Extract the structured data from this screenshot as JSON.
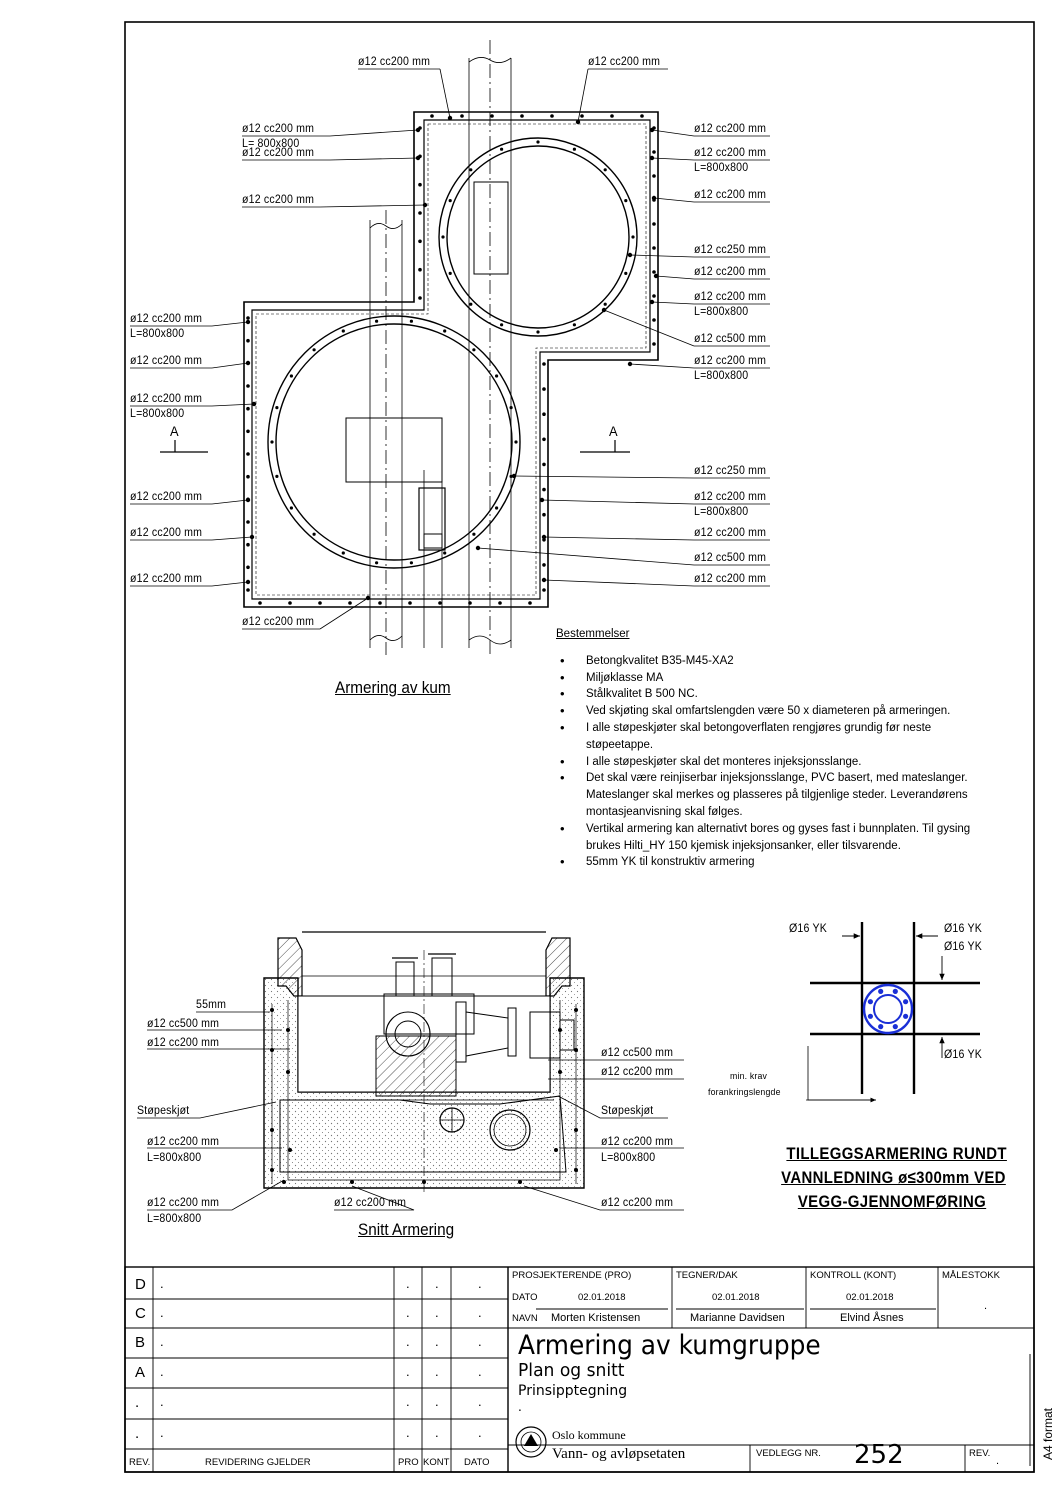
{
  "plan": {
    "title": "Armering av kum",
    "section_marker": "A",
    "callouts_left": [
      {
        "line1": "ø12 cc200 mm",
        "line2": ""
      },
      {
        "line1": "ø12 cc200 mm",
        "line2": "L= 800x800"
      },
      {
        "line1": "ø12 cc200 mm",
        "line2": ""
      },
      {
        "line1": "ø12 cc200 mm",
        "line2": ""
      },
      {
        "line1": "ø12 cc200 mm",
        "line2": "L=800x800"
      },
      {
        "line1": "ø12 cc200 mm",
        "line2": ""
      },
      {
        "line1": "ø12 cc200 mm",
        "line2": "L=800x800"
      },
      {
        "line1": "ø12 cc200 mm",
        "line2": ""
      },
      {
        "line1": "ø12 cc200 mm",
        "line2": ""
      },
      {
        "line1": "ø12 cc200 mm",
        "line2": ""
      },
      {
        "line1": "ø12 cc200 mm",
        "line2": ""
      }
    ],
    "callouts_right": [
      {
        "line1": "ø12 cc200 mm",
        "line2": ""
      },
      {
        "line1": "ø12 cc200 mm",
        "line2": ""
      },
      {
        "line1": "ø12 cc200 mm",
        "line2": "L=800x800"
      },
      {
        "line1": "ø12 cc200 mm",
        "line2": ""
      },
      {
        "line1": "ø12 cc250 mm",
        "line2": ""
      },
      {
        "line1": "ø12 cc200 mm",
        "line2": ""
      },
      {
        "line1": "ø12 cc200 mm",
        "line2": "L=800x800"
      },
      {
        "line1": "ø12 cc500 mm",
        "line2": ""
      },
      {
        "line1": "ø12 cc200 mm",
        "line2": "L=800x800"
      },
      {
        "line1": "ø12 cc250 mm",
        "line2": ""
      },
      {
        "line1": "ø12 cc200 mm",
        "line2": "L=800x800"
      },
      {
        "line1": "ø12 cc200 mm",
        "line2": ""
      },
      {
        "line1": "ø12 cc500 mm",
        "line2": ""
      },
      {
        "line1": "ø12 cc200 mm",
        "line2": ""
      }
    ]
  },
  "notes": {
    "heading": "Bestemmelser",
    "items": [
      "Betongkvalitet B35-M45-XA2",
      "Miljøklasse MA",
      "Stålkvalitet B 500 NC.",
      "Ved skjøting skal omfartslengden være 50 x diameteren på armeringen.",
      "I alle støpeskjøter skal betongoverflaten rengjøres grundig før neste støpeetappe.",
      "I alle støpeskjøter skal det monteres injeksjonsslange.",
      "Det skal være reinjiserbar injeksjonsslange, PVC basert, med mateslanger. Mateslanger skal merkes og plasseres på tilgjenlige steder. Leverandørens montasjeanvisning skal følges.",
      "Vertikal armering kan alternativt bores og gyses fast i bunnplaten. Til gysing brukes Hilti_HY 150 kjemisk injeksjonsanker, eller tilsvarende.",
      "55mm YK til konstruktiv armering"
    ]
  },
  "section": {
    "title": "Snitt Armering",
    "labels": {
      "cover": "55mm",
      "l_cc500": "ø12  cc500 mm",
      "l_cc200": "ø12  cc200 mm",
      "l_joint": "Støpeskjøt",
      "l_low1": "ø12  cc200 mm",
      "l_low2": "L=800x800",
      "l_bot1": "ø12 cc200 mm",
      "l_bot2": "L=800x800",
      "mid_bot": "ø12 cc200 mm",
      "r_cc500": "ø12  cc500 mm",
      "r_cc200": "ø12  cc200 mm",
      "r_joint": "Støpeskjøt",
      "r_low1": "ø12  cc200 mm",
      "r_low2": "L=800x800",
      "r_bot": "ø12 cc200 mm"
    }
  },
  "detail": {
    "yk_tl": "Ø16 YK",
    "yk_tr": "Ø16 YK",
    "yk_r2": "Ø16 YK",
    "yk_br": "Ø16 YK",
    "anchor1": "min. krav",
    "anchor2": "forankringslengde",
    "title1": "TILLEGGSARMERING RUNDT",
    "title2": "VANNLEDNING ø≤300mm VED",
    "title3": "VEGG-GJENNOMFØRING"
  },
  "titleblock": {
    "rev_rows": [
      {
        "rev": "D",
        "text": "."
      },
      {
        "rev": "C",
        "text": "."
      },
      {
        "rev": "B",
        "text": "."
      },
      {
        "rev": "A",
        "text": "."
      },
      {
        "rev": ".",
        "text": "."
      },
      {
        "rev": ".",
        "text": "."
      }
    ],
    "dot": ".",
    "col_rev": "REV.",
    "col_desc": "REVIDERING GJELDER",
    "col_pro": "PRO",
    "col_kont": "KONT",
    "col_dato": "DATO",
    "prosjekterende": "PROSJEKTERENDE (PRO)",
    "tegner": "TEGNER/DAK",
    "kontroll": "KONTROLL (KONT)",
    "malestokk": "MÅLESTOKK",
    "dato_label": "DATO",
    "navn_label": "NAVN",
    "date_pro": "02.01.2018",
    "date_teg": "02.01.2018",
    "date_kont": "02.01.2018",
    "name_pro": "Morten Kristensen",
    "name_teg": "Marianne Davidsen",
    "name_kont": "Elvind Åsnes",
    "scale": ".",
    "title1": "Armering av kumgruppe",
    "title2": "Plan og snitt",
    "title3": "Prinsipptegning",
    "title4": ".",
    "org1": "Oslo kommune",
    "org2": "Vann- og avløpsetaten",
    "vedlegg_label": "VEDLEGG NR.",
    "vedlegg": "252",
    "rev_label": "REV.",
    "rev_value": ".",
    "format": "A4 format"
  }
}
